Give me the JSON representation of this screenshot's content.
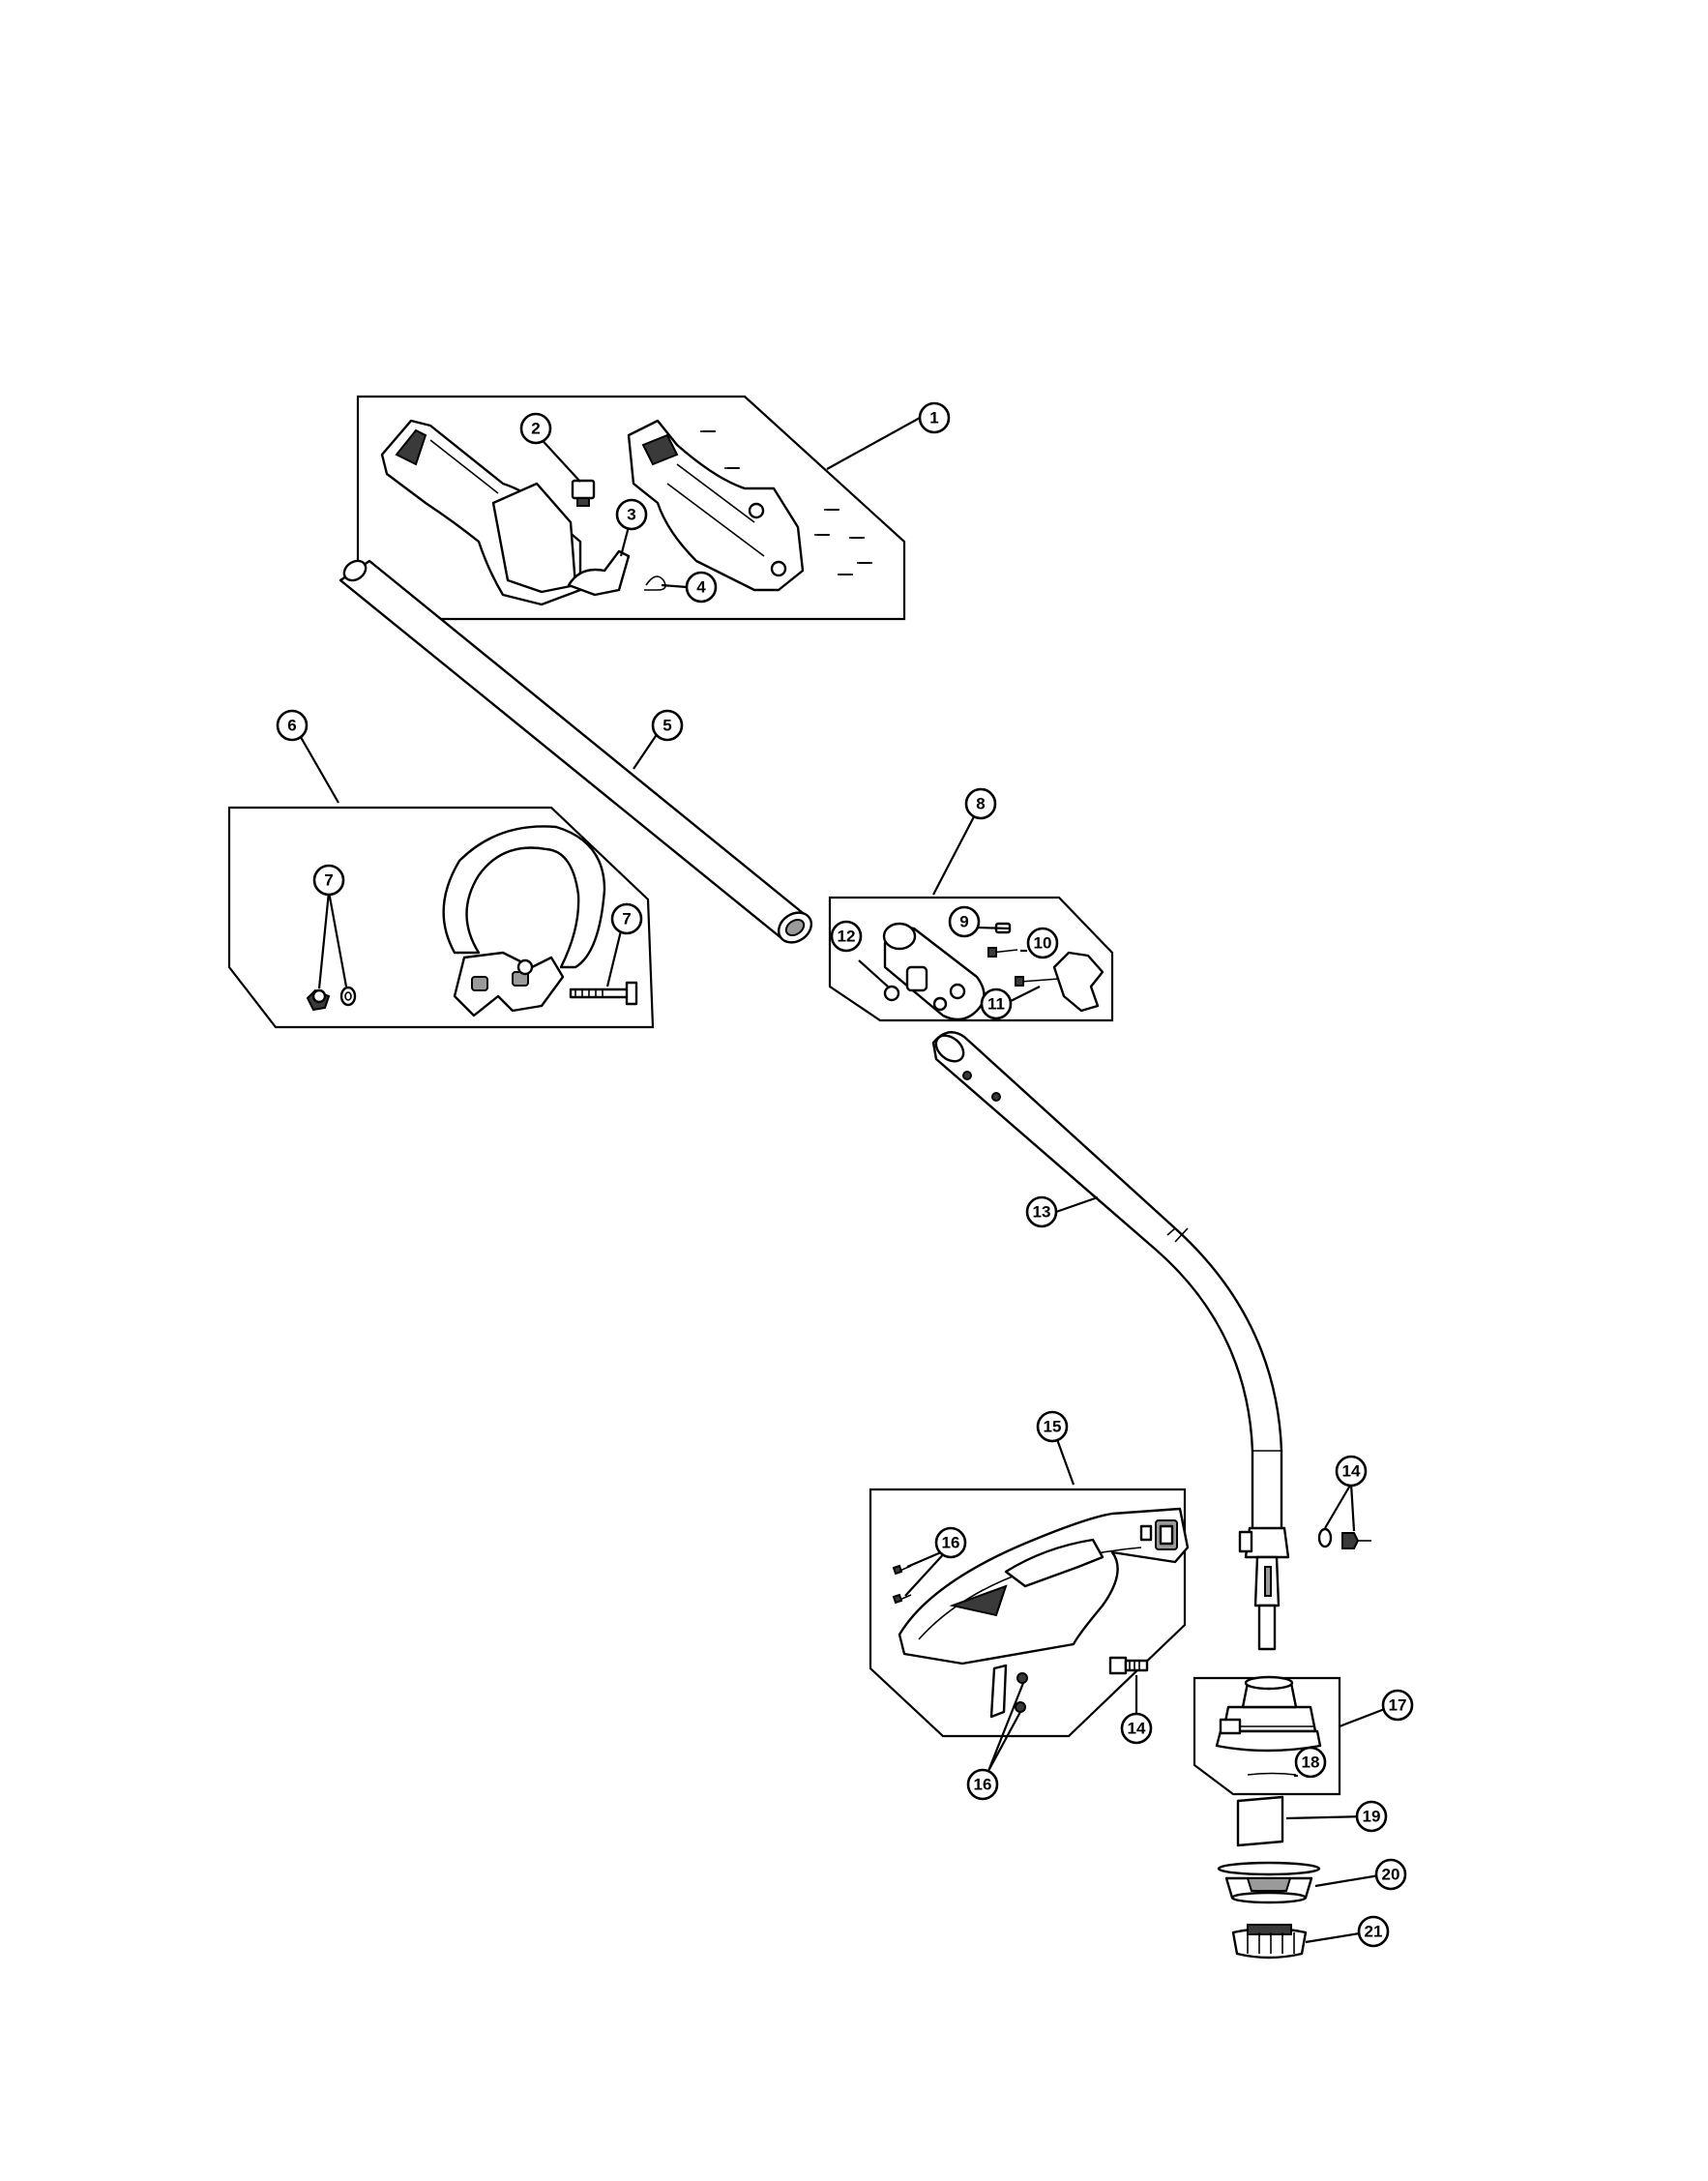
{
  "callouts": [
    {
      "id": "1",
      "label": "1"
    },
    {
      "id": "2",
      "label": "2"
    },
    {
      "id": "3",
      "label": "3"
    },
    {
      "id": "4",
      "label": "4"
    },
    {
      "id": "5",
      "label": "5"
    },
    {
      "id": "6",
      "label": "6"
    },
    {
      "id": "7a",
      "label": "7"
    },
    {
      "id": "7b",
      "label": "7"
    },
    {
      "id": "8",
      "label": "8"
    },
    {
      "id": "9",
      "label": "9"
    },
    {
      "id": "10",
      "label": "10"
    },
    {
      "id": "11",
      "label": "11"
    },
    {
      "id": "12",
      "label": "12"
    },
    {
      "id": "13",
      "label": "13"
    },
    {
      "id": "14a",
      "label": "14"
    },
    {
      "id": "14b",
      "label": "14"
    },
    {
      "id": "15",
      "label": "15"
    },
    {
      "id": "16a",
      "label": "16"
    },
    {
      "id": "16b",
      "label": "16"
    },
    {
      "id": "17",
      "label": "17"
    },
    {
      "id": "18",
      "label": "18"
    },
    {
      "id": "19",
      "label": "19"
    },
    {
      "id": "20",
      "label": "20"
    },
    {
      "id": "21",
      "label": "21"
    }
  ]
}
